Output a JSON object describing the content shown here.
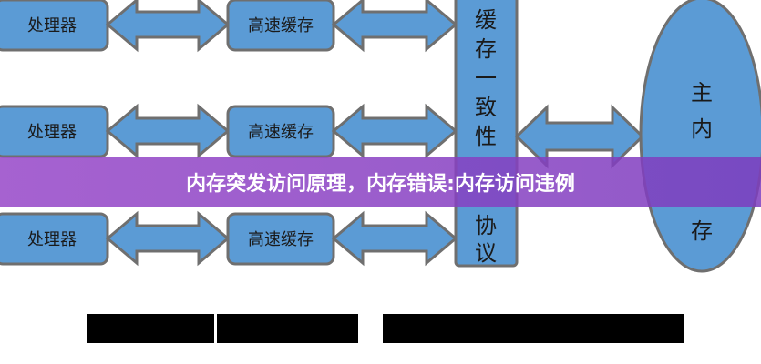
{
  "diagram": {
    "processor_label": "处理器",
    "cache_label": "高速缓存",
    "coherence_label": [
      "缓",
      "存",
      "一",
      "致",
      "性",
      "协",
      "议"
    ],
    "memory_label": [
      "主",
      "内",
      "存"
    ],
    "colors": {
      "box_fill": "#5b9bd5",
      "box_stroke": "#7a7a7a",
      "banner": "#8a4fc4"
    }
  },
  "banner": {
    "title": "内存突发访问原理，内存错误:内存访问违例"
  },
  "caption_pixelated": true
}
